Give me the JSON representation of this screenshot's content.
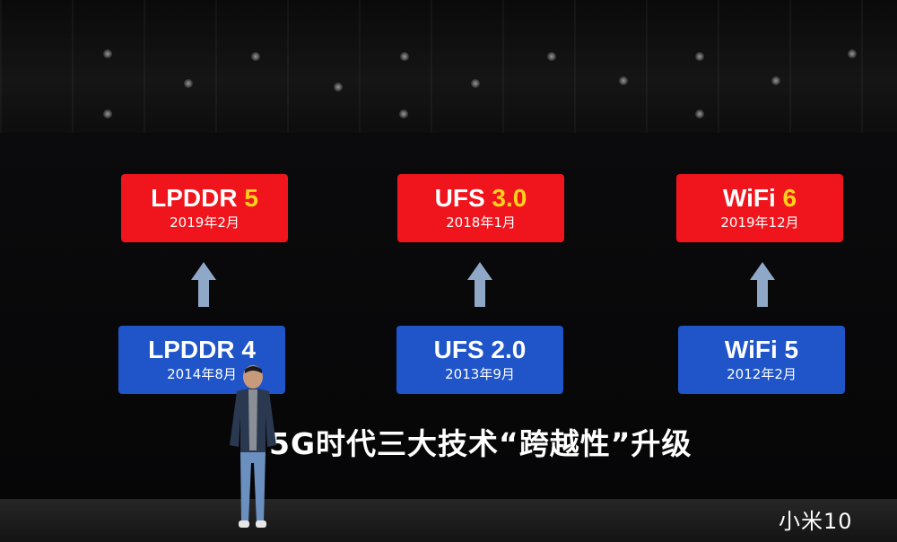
{
  "slide": {
    "top_row": [
      {
        "name": "LPDDR",
        "version": "5",
        "date": "2019年2月"
      },
      {
        "name": "UFS",
        "version": "3.0",
        "date": "2018年1月"
      },
      {
        "name": "WiFi",
        "version": "6",
        "date": "2019年12月"
      }
    ],
    "bottom_row": [
      {
        "label": "LPDDR 4",
        "date": "2014年8月"
      },
      {
        "label": "UFS 2.0",
        "date": "2013年9月"
      },
      {
        "label": "WiFi 5",
        "date": "2012年2月"
      }
    ],
    "caption": "5G时代三大技术“跨越性”升级"
  },
  "watermark": "小米10",
  "colors": {
    "new_box": "#f0141c",
    "old_box": "#1f55c9",
    "version_highlight": "#ffd21c",
    "arrow": "#8fa8c8"
  },
  "icons": [
    "up-arrow-icon"
  ]
}
